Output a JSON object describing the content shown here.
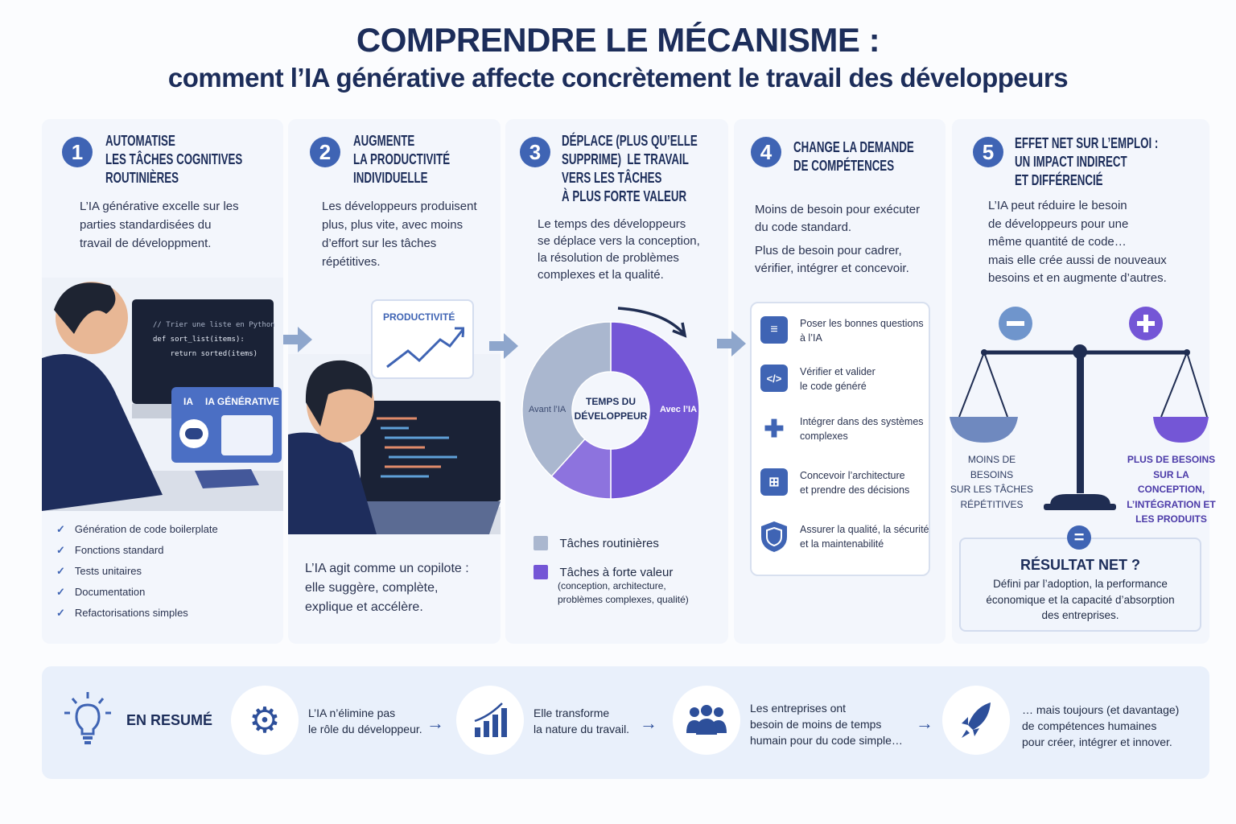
{
  "header": {
    "title": "COMPRENDRE LE MÉCANISME :",
    "subtitle": "comment l’IA générative affecte concrètement le travail des développeurs"
  },
  "colors": {
    "primary": "#3f64b4",
    "navy": "#1c2d5a",
    "purple": "#7456d6",
    "gray": "#aab7cf"
  },
  "panels": [
    {
      "number": "1",
      "title": "Automatise\nles tâches cognitives\nroutinières",
      "text": "L’IA générative excelle sur les\nparties standardisées du\ntravail de développment.",
      "code": [
        "// Trier une liste en Python",
        "def sort_list(items):",
        "    return sorted(items)"
      ],
      "ai_card": {
        "tag": "IA",
        "label": "IA GÉNÉRATIVE"
      },
      "checklist": [
        "Génération de code boilerplate",
        "Fonctions standard",
        "Tests unitaires",
        "Documentation",
        "Refactorisations simples"
      ]
    },
    {
      "number": "2",
      "title": "Augmente\nla productivité\nindividuelle",
      "text": "Les développeurs produisent\nplus, plus vite, avec moins\nd’effort sur les tâches\nrépétitives.",
      "chart_card": "PRODUCTIVITÉ",
      "footer": "L’IA agit comme un copilote :\nelle suggère, complète,\nexplique et accélère."
    },
    {
      "number": "3",
      "title": "Déplace (plus qu’elle\nsupprime)  le travail\nvers les tâches\nà plus forte valeur",
      "text": "Le temps des développeurs\nse déplace vers la conception,\nla résolution de problèmes\ncomplexes et la qualité.",
      "donut": {
        "center": "TEMPS DU\nDÉVELOPPEUR",
        "left_label": "Avant l’IA",
        "right_label": "Avec l’IA"
      },
      "legend": [
        {
          "label": "Tâches routinières",
          "color": "#aab7cf"
        },
        {
          "label": "Tâches à forte valeur",
          "note": "(conception, architecture,\nproblèmes complexes, qualité)",
          "color": "#7456d6"
        }
      ]
    },
    {
      "number": "4",
      "title": "Change la demande\nde compétences",
      "text1": "Moins de besoin pour exécuter\ndu code standard.",
      "text2": "Plus de besoin pour cadrer,\nvérifier, intégrer et concevoir.",
      "skills": [
        {
          "icon": "chat-icon",
          "label": "Poser les bonnes questions\nà l’IA"
        },
        {
          "icon": "code-icon",
          "label": "Vérifier et valider\nle code généré"
        },
        {
          "icon": "puzzle-icon",
          "label": "Intégrer dans des systèmes\ncomplexes"
        },
        {
          "icon": "architecture-icon",
          "label": "Concevoir l’architecture\net prendre des décisions"
        },
        {
          "icon": "shield-icon",
          "label": "Assurer la qualité, la sécurité\net la maintenabilité"
        }
      ]
    },
    {
      "number": "5",
      "title": "Effet net sur l’emploi :\nun impact indirect\net différencié",
      "text": "L’IA peut réduire le besoin\nde développeurs pour une\nmême quantité de code…\nmais elle crée aussi de nouveaux\nbesoins et en augmente d’autres.",
      "left_label": "MOINS DE BESOINS\nSUR LES TÂCHES\nRÉPÉTITIVES",
      "right_label": "PLUS DE BESOINS\nSUR LA CONCEPTION,\nL’INTÉGRATION ET\nLES PRODUITS",
      "result_title": "RÉSULTAT NET ?",
      "result_text": "Défini par l’adoption, la performance\néconomique et la capacité d’absorption\ndes entreprises."
    }
  ],
  "summary": {
    "label": "EN RESUMÉ",
    "steps": [
      {
        "icon": "gears-icon",
        "text": "L’IA n’élimine pas\nle rôle du développeur."
      },
      {
        "icon": "growth-chart-icon",
        "text": "Elle transforme\nla nature du travail."
      },
      {
        "icon": "people-icon",
        "text": "Les entreprises ont\nbesoin de moins de temps\nhumain pour du code simple…"
      },
      {
        "icon": "rocket-icon",
        "text": "… mais toujours (et davantage)\nde compétences humaines\npour créer, intégrer et innover."
      }
    ]
  }
}
